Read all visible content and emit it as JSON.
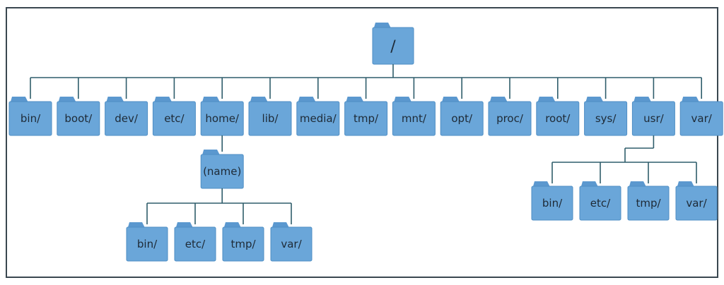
{
  "tree": {
    "root": "/",
    "level1": [
      "bin/",
      "boot/",
      "dev/",
      "etc/",
      "home/",
      "lib/",
      "media/",
      "tmp/",
      "mnt/",
      "opt/",
      "proc/",
      "root/",
      "sys/",
      "usr/",
      "var/"
    ],
    "home_child": "(name)",
    "name_children": [
      "bin/",
      "etc/",
      "tmp/",
      "var/"
    ],
    "usr_children": [
      "bin/",
      "etc/",
      "tmp/",
      "var/"
    ]
  },
  "colors": {
    "folder_fill": "#6aa6d9",
    "folder_tab": "#5b98cf",
    "connector": "#2f5d6b",
    "frame": "#3a4750"
  },
  "icons": {
    "folder": "folder-icon"
  }
}
